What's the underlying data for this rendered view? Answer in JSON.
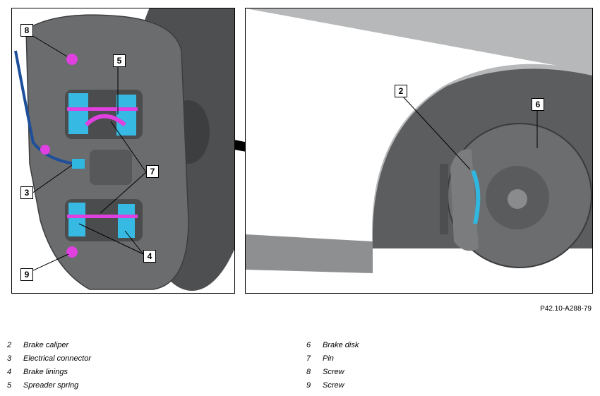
{
  "figure_ref": "P42.10-A288-79",
  "callouts": {
    "left": [
      "8",
      "5",
      "7",
      "3",
      "4",
      "9"
    ],
    "right": [
      "2",
      "6"
    ]
  },
  "legend": [
    {
      "num": "2",
      "label": "Brake caliper"
    },
    {
      "num": "3",
      "label": "Electrical connector"
    },
    {
      "num": "4",
      "label": "Brake linings"
    },
    {
      "num": "5",
      "label": "Spreader spring"
    },
    {
      "num": "6",
      "label": "Brake disk"
    },
    {
      "num": "7",
      "label": "Pin"
    },
    {
      "num": "8",
      "label": "Screw"
    },
    {
      "num": "9",
      "label": "Screw"
    }
  ],
  "colors": {
    "caliper": "#5f6163",
    "disk": "#4a4b4d",
    "pads": "#2fb7e0",
    "highlight": "#e040e0",
    "body_panel": "#b9babb",
    "cable": "#1e4f9a"
  }
}
